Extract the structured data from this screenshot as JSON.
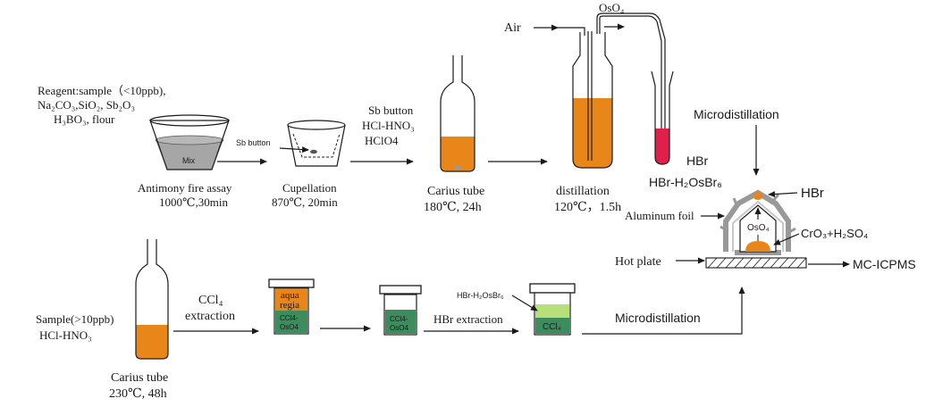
{
  "colors": {
    "orange": "#e8861a",
    "green": "#3c8c5e",
    "light_green": "#b8e07a",
    "red": "#e0204a",
    "gray_mix": "#a6a6a6",
    "foil": "#999999"
  },
  "labels": {
    "reagent_1": "Reagent:sample（<10ppb),",
    "reagent_2": "Na₂CO₃,SiO₂, Sb₂O₃",
    "reagent_3": "H₃BO₃, flour",
    "mix": "Mix",
    "fire_assay": "Antimony fire assay",
    "fire_assay_cond": "1000℃,30min",
    "sb_button_small": "Sb button",
    "cupellation": "Cupellation",
    "cupellation_cond": "870℃, 20min",
    "sb_button": "Sb button",
    "hcl_hno3": "HCl-HNO₃",
    "hclo4": "HClO4",
    "carius_1": "Carius tube",
    "carius_1_cond": "180℃,  24h",
    "air": "Air",
    "oso4_top": "OsO₄",
    "distillation": "distillation",
    "distillation_cond": "120℃，1.5h",
    "microdistillation_top": "Microdistillation",
    "hbr_1": "HBr",
    "hbr_h2osbr6": "HBr-H₂OsBr₆",
    "hbr_2": "HBr",
    "aluminum_foil": "Aluminum foil",
    "oso4_vial": "OsO₄",
    "cro3": "CrO₃+H₂SO₄",
    "hot_plate": "Hot plate",
    "mc_icpms": "MC-ICPMS",
    "sample_high_1": "Sample(>10ppb)",
    "sample_high_2": "HCl-HNO₃",
    "carius_2": "Carius tube",
    "carius_2_cond": "230℃,  48h",
    "ccl4_1": "CCl₄",
    "ccl4_2": "extraction",
    "aqua_1": "aqua",
    "aqua_2": "regia",
    "ccl4_oso4_1a": "CCl4-",
    "ccl4_oso4_1b": "OsO4",
    "ccl4_oso4_2a": "CCl4-",
    "ccl4_oso4_2b": "OsO4",
    "hbr_extraction": "HBr  extraction",
    "hbr_h2osbr6_small": "HBr-H₂OsBr₆",
    "ccl4_vial": "CCl₄",
    "microdistillation_bottom": "Microdistillation"
  }
}
